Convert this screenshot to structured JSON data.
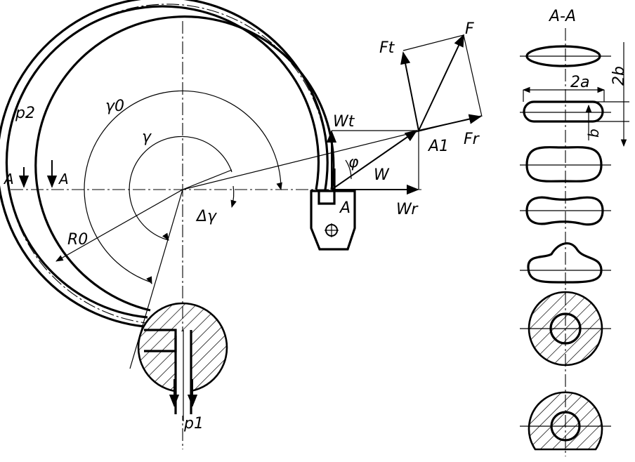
{
  "labels": {
    "p2": "p2",
    "p1": "p1",
    "A_left_1": "A",
    "A_left_2": "A",
    "A_point": "A",
    "gamma0": "γ0",
    "gamma": "γ",
    "delta_gamma": "Δγ",
    "R0": "R0",
    "phi": "φ",
    "W": "W",
    "Wt": "Wt",
    "Wr": "Wr",
    "A1": "A1",
    "F": "F",
    "Ft": "Ft",
    "Fr": "Fr",
    "section": "A-A",
    "two_a": "2a",
    "two_b": "2b",
    "b": "b"
  },
  "colors": {
    "ink": "#000000",
    "paper": "#ffffff"
  }
}
